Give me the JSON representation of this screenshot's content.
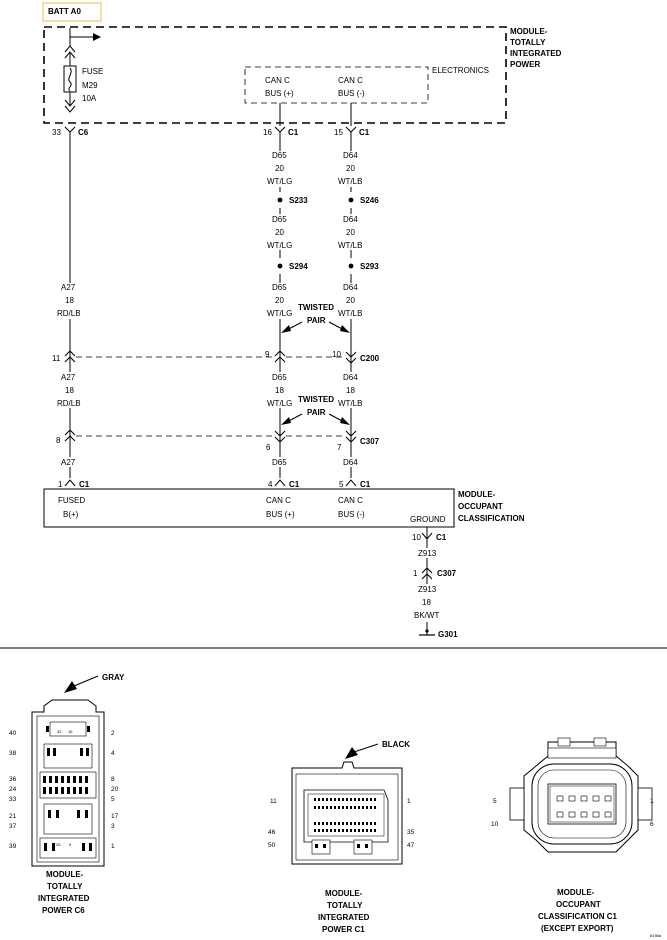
{
  "batt_label": "BATT A0",
  "tipm": {
    "name": [
      "MODULE-",
      "TOTALLY",
      "INTEGRATED",
      "POWER"
    ],
    "fuse": [
      "FUSE",
      "M29",
      "10A"
    ],
    "electronics": "ELECTRONICS",
    "can_pos": [
      "CAN C",
      "BUS (+)"
    ],
    "can_neg": [
      "CAN C",
      "BUS (-)"
    ]
  },
  "pins": {
    "c6_pin": "33",
    "c6_conn": "C6",
    "c1_pin_16": "16",
    "c1_pin_15": "15",
    "c1_conn": "C1",
    "c200_left": "11",
    "c200_mid": "9",
    "c200_right": "10",
    "c200_conn": "C200",
    "c307_left": "8",
    "c307_mid": "6",
    "c307_right": "7",
    "c307_conn": "C307",
    "occ_left": "1",
    "occ_mid": "4",
    "occ_right": "5",
    "occ_conn": "C1",
    "ground_pin": "10",
    "ground_c307_pin": "1",
    "ground_c307": "C307"
  },
  "wires": {
    "d65_20": [
      "D65",
      "20",
      "WT/LG"
    ],
    "d64_20": [
      "D64",
      "20",
      "WT/LB"
    ],
    "d65_18": [
      "D65",
      "18",
      "WT/LG"
    ],
    "d64_18": [
      "D64",
      "18",
      "WT/LB"
    ],
    "a27_18": [
      "A27",
      "18",
      "RD/LB"
    ],
    "a27": "A27",
    "d65": "D65",
    "d64": "D64",
    "z913": "Z913",
    "z913_18": [
      "Z913",
      "18",
      "BK/WT"
    ]
  },
  "splices": {
    "s233": "S233",
    "s246": "S246",
    "s294": "S294",
    "s293": "S293"
  },
  "twisted_pair": [
    "TWISTED",
    "PAIR"
  ],
  "occ_module": {
    "name": [
      "MODULE-",
      "OCCUPANT",
      "CLASSIFICATION"
    ],
    "fused": [
      "FUSED",
      "B(+)"
    ],
    "can_pos": [
      "CAN C",
      "BUS (+)"
    ],
    "can_neg": [
      "CAN C",
      "BUS (-)"
    ],
    "ground": "GROUND"
  },
  "ground_point": "G301",
  "connectors": {
    "c6": {
      "color": "GRAY",
      "caption": [
        "MODULE-",
        "TOTALLY",
        "INTEGRATED",
        "POWER C6"
      ],
      "pin_labels": [
        "40",
        "38",
        "36",
        "24",
        "33",
        "21",
        "37",
        "39",
        "32",
        "16",
        "25",
        "9",
        "2",
        "4",
        "8",
        "20",
        "5",
        "17",
        "3",
        "1"
      ]
    },
    "c1": {
      "color": "BLACK",
      "caption": [
        "MODULE-",
        "TOTALLY",
        "INTEGRATED",
        "POWER C1"
      ],
      "pin_labels": [
        "11",
        "1",
        "46",
        "35",
        "50",
        "47"
      ]
    },
    "occ_c1": {
      "caption": [
        "MODULE-",
        "OCCUPANT",
        "CLASSIFICATION C1",
        "(EXCEPT EXPORT)"
      ],
      "pin_labels": [
        "5",
        "1",
        "10",
        "6"
      ]
    }
  },
  "figure_id": "8196a"
}
